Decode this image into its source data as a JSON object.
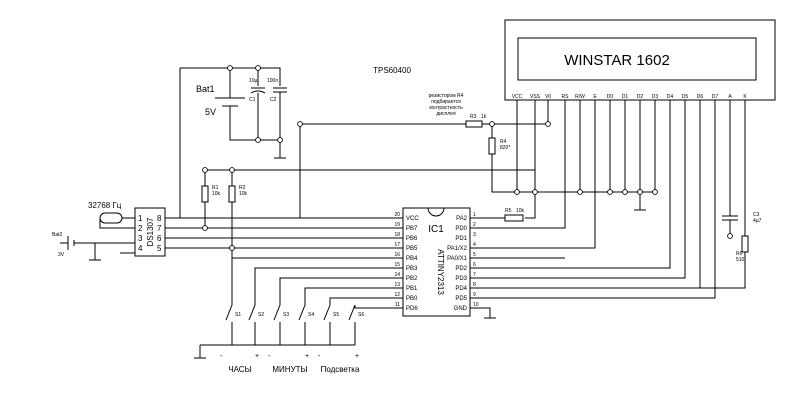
{
  "lcd": {
    "title": "WINSTAR 1602",
    "pins": [
      "VCC",
      "VSS",
      "V0",
      "RS",
      "R/W",
      "E",
      "D0",
      "D1",
      "D2",
      "D3",
      "D4",
      "D5",
      "D6",
      "D7",
      "A",
      "K"
    ]
  },
  "chip": {
    "name": "IC1",
    "part": "ATTINY2313",
    "left_pins": [
      {
        "num": "20",
        "name": "VCC"
      },
      {
        "num": "19",
        "name": "PB7"
      },
      {
        "num": "18",
        "name": "PB6"
      },
      {
        "num": "17",
        "name": "PB5"
      },
      {
        "num": "16",
        "name": "PB4"
      },
      {
        "num": "15",
        "name": "PB3"
      },
      {
        "num": "14",
        "name": "PB2"
      },
      {
        "num": "13",
        "name": "PB1"
      },
      {
        "num": "12",
        "name": "PB0"
      },
      {
        "num": "11",
        "name": "PD6"
      }
    ],
    "right_pins": [
      {
        "num": "1",
        "name": "PA2"
      },
      {
        "num": "2",
        "name": "PD0"
      },
      {
        "num": "3",
        "name": "PD1"
      },
      {
        "num": "4",
        "name": "PA1/X2"
      },
      {
        "num": "5",
        "name": "PA0/X1"
      },
      {
        "num": "6",
        "name": "PD2"
      },
      {
        "num": "7",
        "name": "PD3"
      },
      {
        "num": "8",
        "name": "PD4"
      },
      {
        "num": "9",
        "name": "PD5"
      },
      {
        "num": "10",
        "name": "GND"
      }
    ]
  },
  "rtc": {
    "name": "DS1307",
    "crystal": "32768 Гц",
    "left_pins": [
      "1",
      "2",
      "3",
      "4"
    ],
    "right_pins": [
      "8",
      "7",
      "6",
      "5"
    ]
  },
  "power": {
    "battery_name": "Bat1",
    "battery_voltage": "5V",
    "converter": "TPS60400",
    "c1_value": "10µ",
    "c1_name": "C1",
    "c2_value": "100n",
    "c2_name": "C2"
  },
  "bat2": {
    "name": "Bat2",
    "value": "3V"
  },
  "resistors": {
    "r1_name": "R1",
    "r1_value": "10k",
    "r2_name": "R2",
    "r2_value": "10k",
    "r3_name": "R3",
    "r3_value": "1k",
    "r4_name": "R4",
    "r4_value": "820*",
    "r5_name": "R5",
    "r5_value": "10k",
    "r6_name": "R6",
    "r6_value": "510"
  },
  "c3": {
    "name": "C3",
    "value": "4µ7"
  },
  "contrast_note": [
    "резистором R4",
    "подбирается",
    "контрастность",
    "дисплея"
  ],
  "switches": [
    "S1",
    "S2",
    "S3",
    "S4",
    "S5",
    "S6"
  ],
  "switch_signs": [
    "-",
    "+",
    "-",
    "+",
    "-",
    "+"
  ],
  "button_groups": [
    "ЧАСЫ",
    "МИНУТЫ",
    "Подсветка"
  ]
}
